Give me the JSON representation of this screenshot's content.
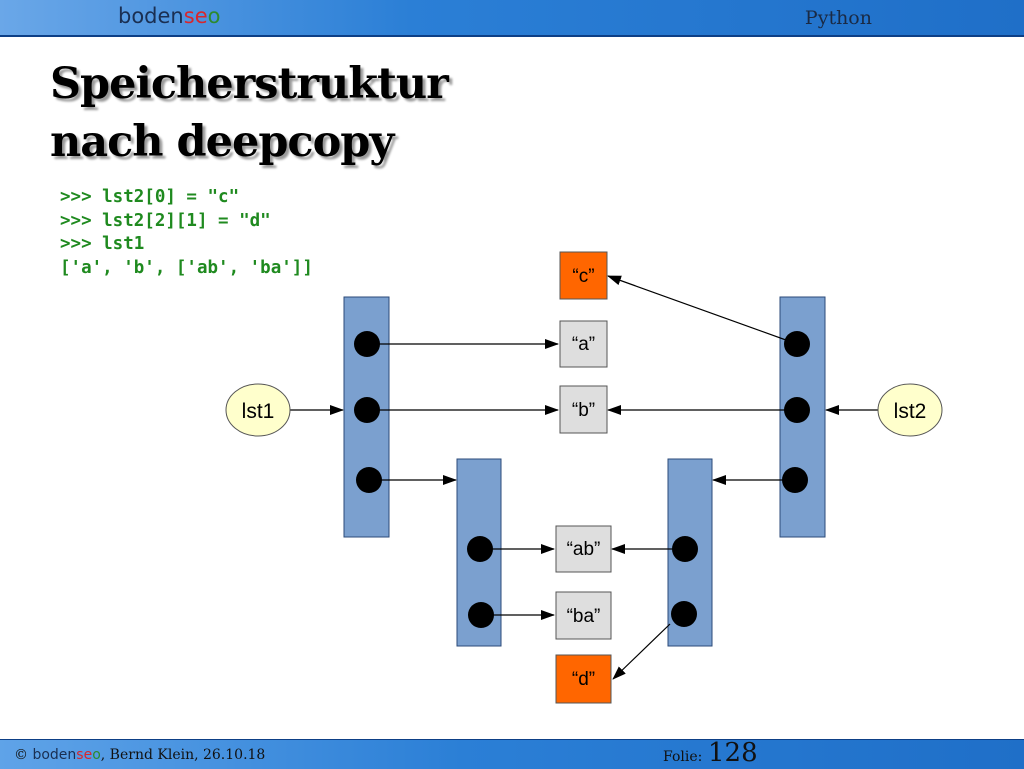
{
  "header": {
    "logo": {
      "part1": "boden",
      "part2": "se",
      "part3": "o"
    },
    "title": "Python"
  },
  "slide": {
    "title_line1": "Speicherstruktur",
    "title_line2": "nach deepcopy"
  },
  "code": {
    "lines": [
      ">>> lst2[0] = \"c\"",
      ">>> lst2[2][1] = \"d\"",
      ">>> lst1",
      "['a', 'b', ['ab', 'ba']]"
    ]
  },
  "diagram": {
    "variables": {
      "lst1": "lst1",
      "lst2": "lst2"
    },
    "values": {
      "c": "“c”",
      "a": "“a”",
      "b": "“b”",
      "ab": "“ab”",
      "ba": "“ba”",
      "d": "“d”"
    },
    "colors": {
      "list_fill": "#7ba0cf",
      "modified_fill": "#ff6600",
      "value_fill": "#dedede",
      "variable_fill": "#ffffcc"
    }
  },
  "footer": {
    "copyright": "©",
    "logo": {
      "part1": "boden",
      "part2": "se",
      "part3": "o"
    },
    "author_date": ", Bernd Klein, 26.10.18",
    "folie_label": "Folie:",
    "page_number": "128"
  }
}
